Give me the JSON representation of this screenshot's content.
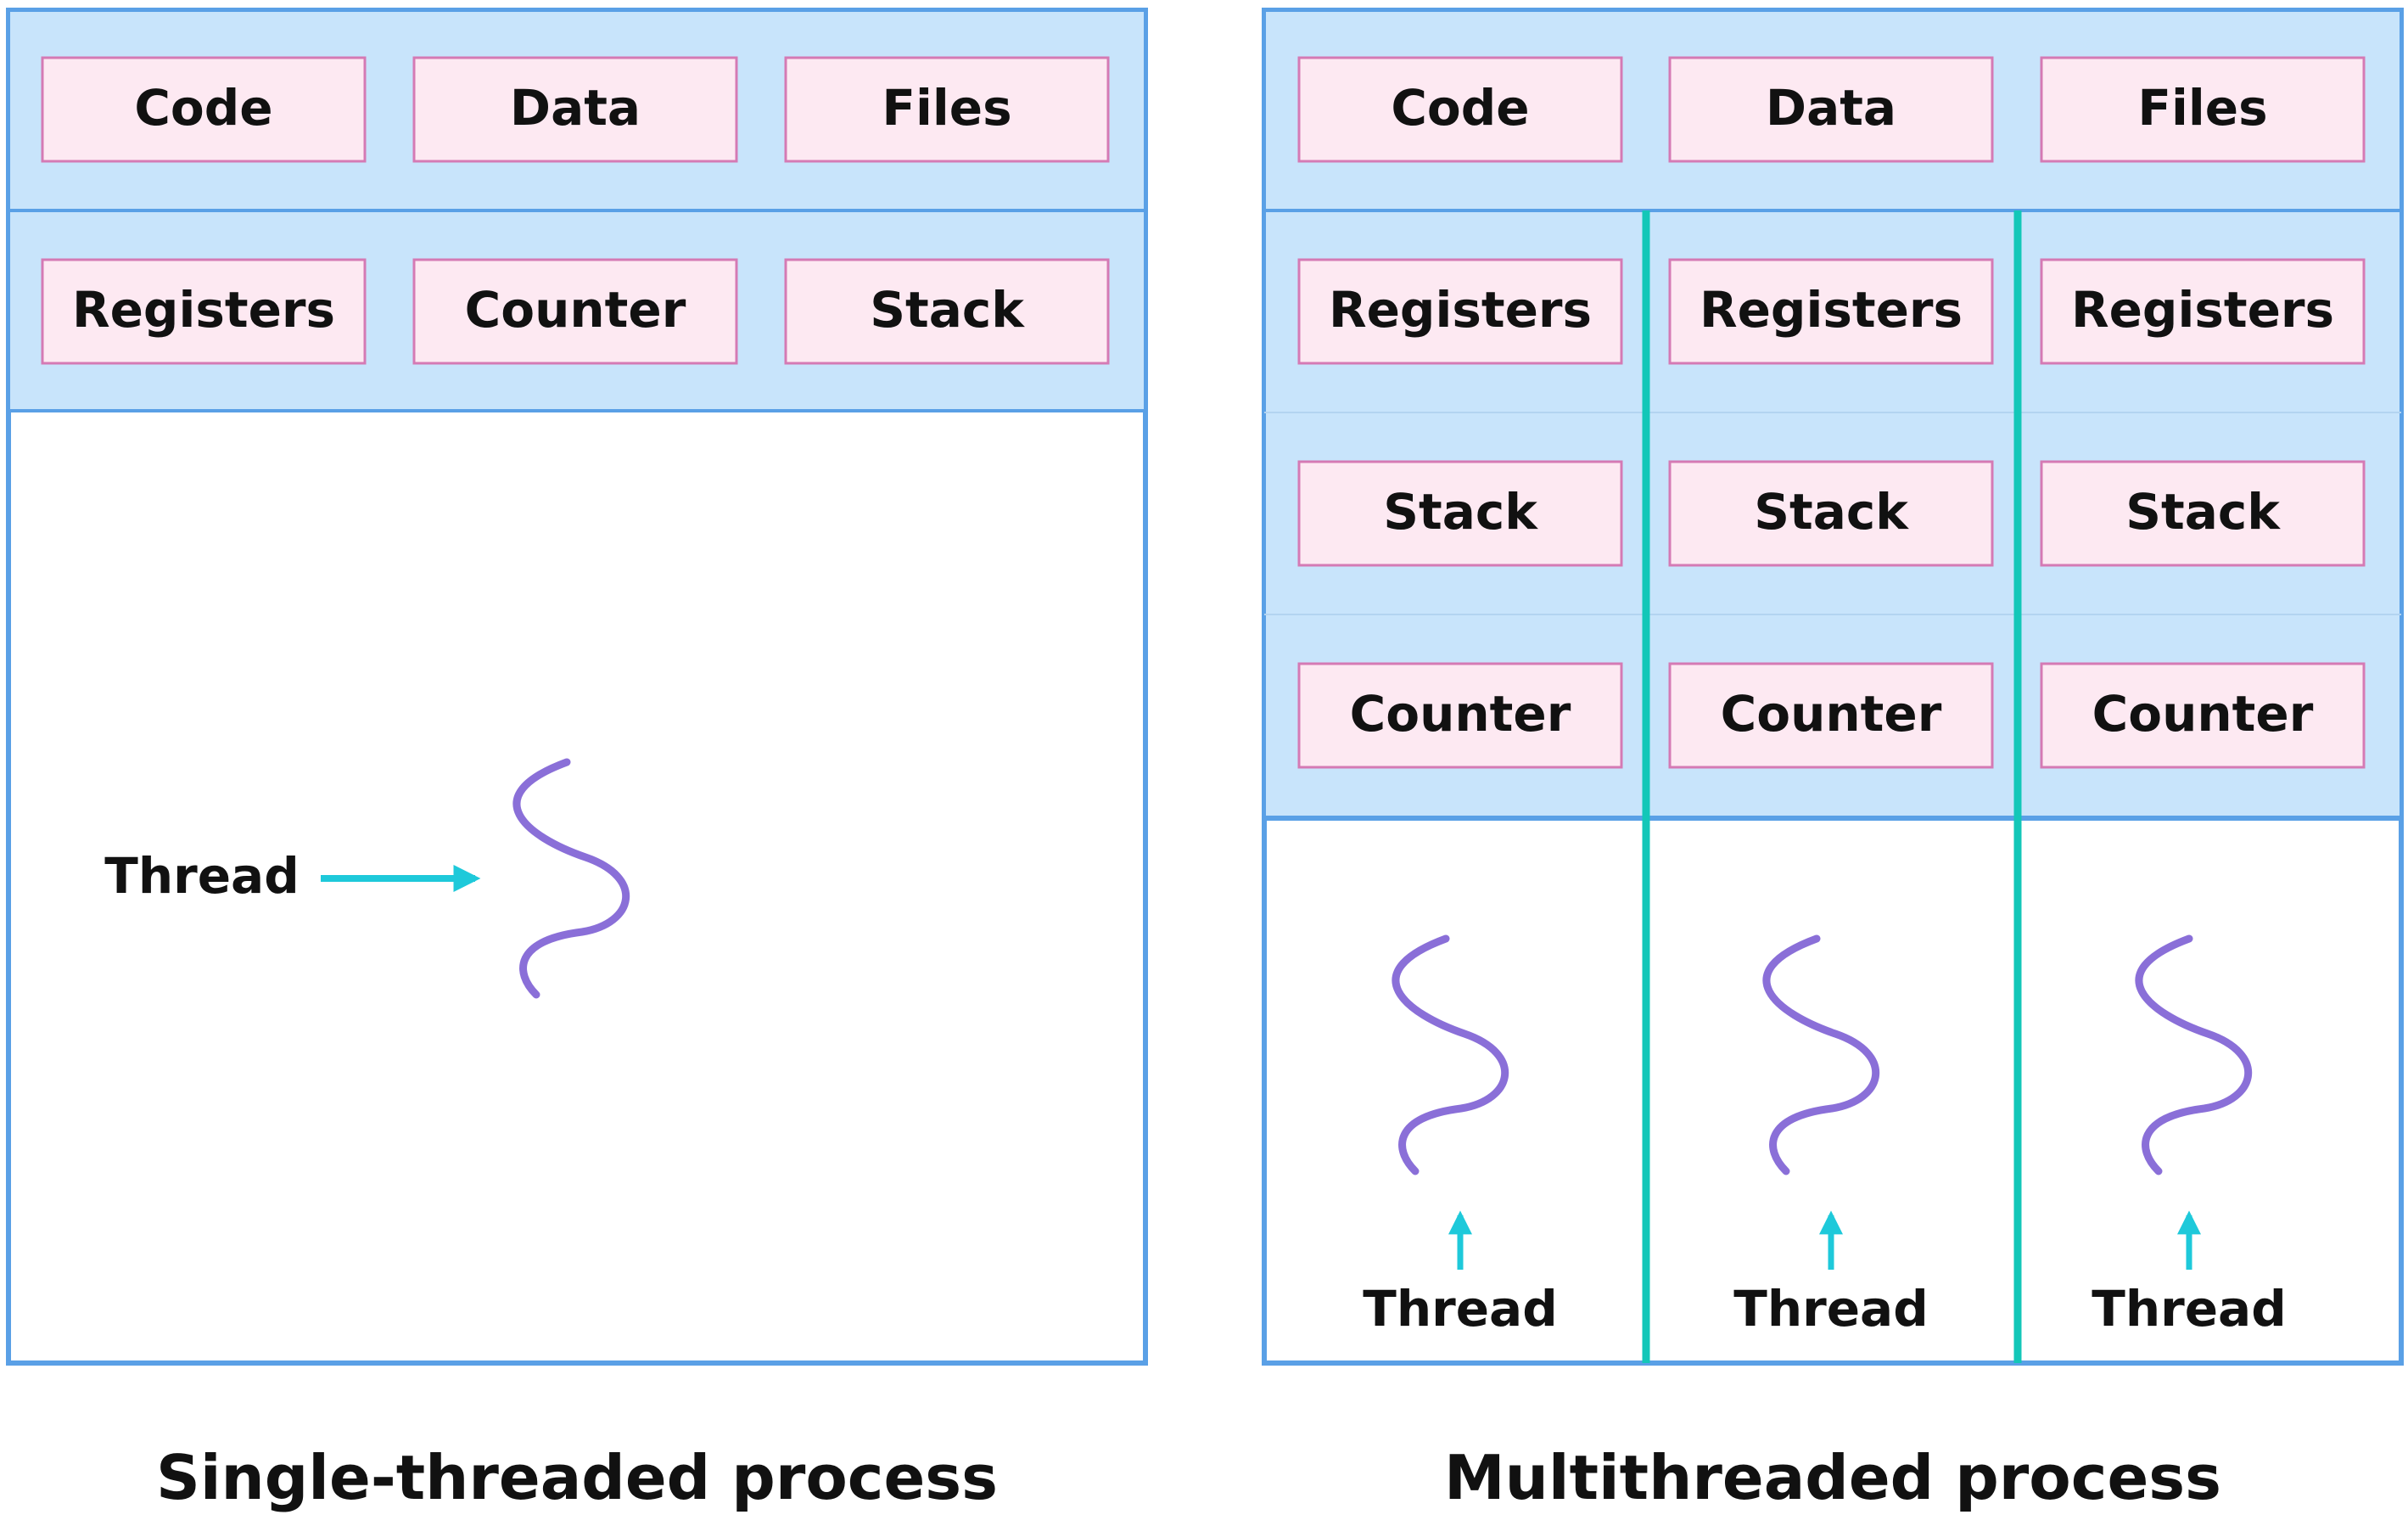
{
  "colors": {
    "panel_blue": "#c8e4fb",
    "border_blue": "#5aa0e6",
    "box_pink_fill": "#fde9f2",
    "box_pink_border": "#d57ab4",
    "thread_purple": "#8a6fd8",
    "arrow_cyan": "#1ec9da",
    "divider_teal": "#13c7b8"
  },
  "single": {
    "shared_row": [
      "Code",
      "Data",
      "Files"
    ],
    "thread_row": [
      "Registers",
      "Counter",
      "Stack"
    ],
    "thread_label": "Thread",
    "caption": "Single-threaded process"
  },
  "multi": {
    "shared_row": [
      "Code",
      "Data",
      "Files"
    ],
    "columns": [
      {
        "registers": "Registers",
        "stack": "Stack",
        "counter": "Counter",
        "thread_label": "Thread"
      },
      {
        "registers": "Registers",
        "stack": "Stack",
        "counter": "Counter",
        "thread_label": "Thread"
      },
      {
        "registers": "Registers",
        "stack": "Stack",
        "counter": "Counter",
        "thread_label": "Thread"
      }
    ],
    "caption": "Multithreaded process"
  }
}
